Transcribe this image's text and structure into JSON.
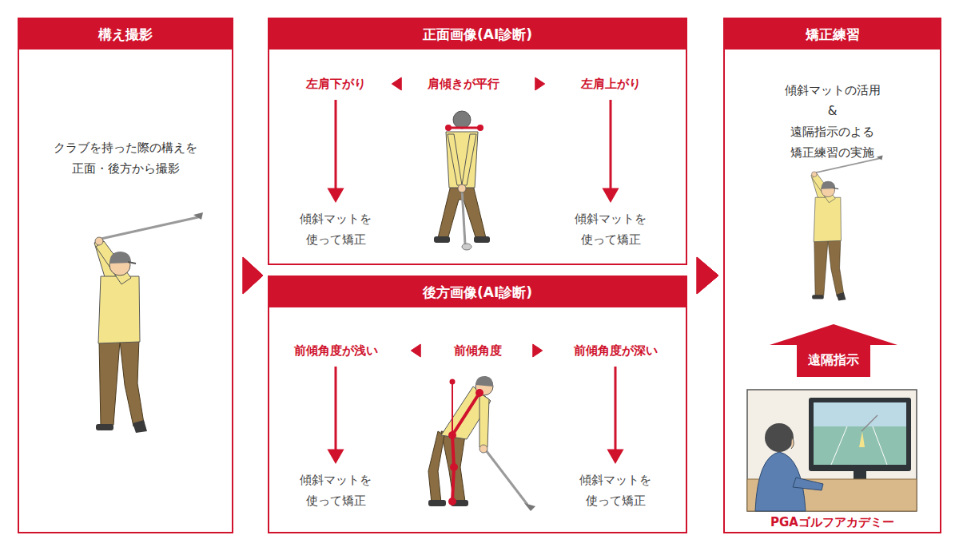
{
  "diagram": {
    "nodes": [
      {
        "text": [
          "構え撮影",
          "クラブを持った際の構えを 正面・後方から撮影"
        ]
      },
      {
        "text": [
          "正面画像(AI診断)"
        ]
      },
      {
        "text": [
          "左肩下がり"
        ],
        "in": 1
      },
      {
        "text": [
          "肩傾きが平行"
        ],
        "in": 1
      },
      {
        "text": [
          "左肩上がり"
        ],
        "in": 1
      },
      {
        "text": [
          "傾斜マットを 使って矯正"
        ],
        "in": 1
      },
      {
        "text": [
          "傾斜マットを 使って矯正"
        ],
        "in": 1
      },
      {
        "text": [
          "後方画像(AI診断)"
        ]
      },
      {
        "text": [
          "前傾角度が浅い"
        ],
        "in": 7
      },
      {
        "text": [
          "前傾角度"
        ],
        "in": 7
      },
      {
        "text": [
          "前傾角度が深い"
        ],
        "in": 7
      },
      {
        "text": [
          "傾斜マットを 使って矯正"
        ],
        "in": 7
      },
      {
        "text": [
          "傾斜マットを 使って矯正"
        ],
        "in": 7
      },
      {
        "text": [
          "矯正練習",
          "傾斜マットの活用& 遠隔指示のよる 矯正練習の実施"
        ]
      },
      {
        "text": [
          "遠隔指示"
        ],
        "in": 13
      }
    ],
    "edges": [
      {
        "from": 0,
        "to": 1,
        "arrow": "to"
      },
      {
        "from": 0,
        "to": 7,
        "arrow": "to"
      },
      {
        "from": 1,
        "to": 13,
        "arrow": "to"
      },
      {
        "from": 7,
        "to": 13,
        "arrow": "to"
      },
      {
        "from": 3,
        "to": 2,
        "arrow": "to"
      },
      {
        "from": 3,
        "to": 4,
        "arrow": "to"
      },
      {
        "from": 2,
        "to": 5,
        "arrow": "to"
      },
      {
        "from": 4,
        "to": 6,
        "arrow": "to"
      },
      {
        "from": 9,
        "to": 8,
        "arrow": "to"
      },
      {
        "from": 9,
        "to": 10,
        "arrow": "to"
      },
      {
        "from": 8,
        "to": 11,
        "arrow": "to"
      },
      {
        "from": 10,
        "to": 12,
        "arrow": "to"
      }
    ],
    "labels": [
      "PGAゴルフアカデミー"
    ]
  }
}
